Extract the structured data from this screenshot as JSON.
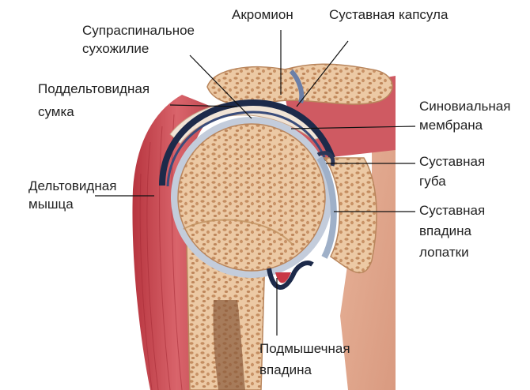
{
  "labels": {
    "acromion": "Акромион",
    "capsule": "Суставная капсула",
    "supraspinatus_1": "Супраспинальное",
    "supraspinatus_2": "сухожилие",
    "bursa_1": "Поддельтовидная",
    "bursa_2": "сумка",
    "synovial_1": "Синовиальная",
    "synovial_2": "мембрана",
    "labrum_1": "Суставная",
    "labrum_2": "губа",
    "glenoid_1": "Суставная",
    "glenoid_2": "впадина",
    "glenoid_3": "лопатки",
    "deltoid_1": "Дельтовидная",
    "deltoid_2": "мышца",
    "axillary_1": "Подмышечная",
    "axillary_2": "впадина"
  },
  "colors": {
    "muscle": "#c9454f",
    "muscle_light": "#e3858a",
    "bone": "#e9c7a2",
    "bone_pore": "#c58f63",
    "cartilage": "#b9c4d4",
    "synovial": "#1d2a4a",
    "skin": "#e7b29a",
    "marrow": "#8a5a3a",
    "leader": "#111111"
  }
}
